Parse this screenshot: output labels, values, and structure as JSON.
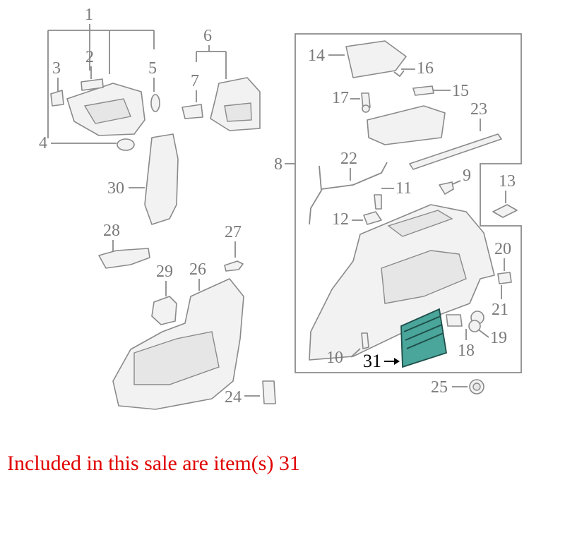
{
  "diagram": {
    "labels": {
      "l1": "1",
      "l2": "2",
      "l3": "3",
      "l4": "4",
      "l5": "5",
      "l6": "6",
      "l7": "7",
      "l8": "8",
      "l9": "9",
      "l10": "10",
      "l11": "11",
      "l12": "12",
      "l13": "13",
      "l14": "14",
      "l15": "15",
      "l16": "16",
      "l17": "17",
      "l18": "18",
      "l19": "19",
      "l20": "20",
      "l21": "21",
      "l22": "22",
      "l23": "23",
      "l24": "24",
      "l25": "25",
      "l26": "26",
      "l27": "27",
      "l28": "28",
      "l29": "29",
      "l30": "30",
      "l31": "31"
    },
    "highlighted_part": "31"
  },
  "caption": {
    "text": "Included in this sale are item(s) 31",
    "color": "#e00000"
  },
  "colors": {
    "highlight_fill": "#4aa59a",
    "line_art": "#8a8a8a"
  }
}
